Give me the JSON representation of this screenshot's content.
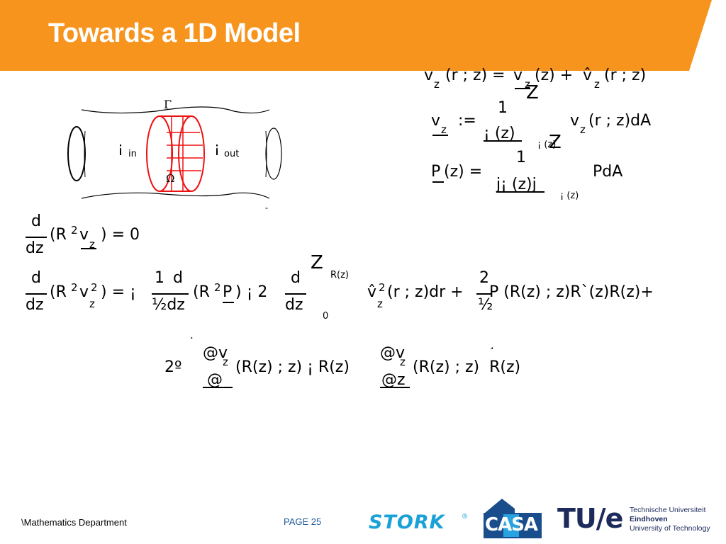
{
  "slide": {
    "title": "Towards a 1D Model",
    "accent_color": "#f7941d"
  },
  "figure": {
    "gamma_label": "Γ",
    "omega_label": "Ω",
    "inlet_label": "¡",
    "inlet_sub": "in",
    "outlet_label": "¡",
    "outlet_sub": "out",
    "dash": "-"
  },
  "equations": {
    "eq1": {
      "lhs": "v",
      "lhs_sub": "z",
      "args": "(r ; z) =",
      "v2": "v",
      "v2_sub": "z",
      "mid": "(z) +",
      "v3": "v̂",
      "v3_sub": "z",
      "end": "(r ; z)"
    },
    "eq2": {
      "integral": "Z",
      "lhs": "v",
      "lhs_sub": "z",
      "assign": ":=",
      "num": "1",
      "den": "¡ (z)",
      "dom": "¡ (z)",
      "integrand": "v",
      "integrand_sub": "z",
      "tail": "(r ; z)dA"
    },
    "eq3": {
      "integral": "Z",
      "lhs": "P",
      "args": "(z) =",
      "num": "1",
      "den": "j¡ (z)j",
      "dom": "¡ (z)",
      "tail": "PdA"
    },
    "eq4": {
      "num": "d",
      "den": "dz",
      "body": "(R",
      "sup": "2",
      "v": "v",
      "v_sub": "z",
      "close": ") = 0"
    },
    "eq5": {
      "num": "d",
      "den": "dz",
      "body": "(R",
      "sup": "2",
      "v": "v",
      "v_sup": "2",
      "v_sub": "z",
      "close": ") = ¡",
      "f2_num": "1",
      "f2_d": "d",
      "f2_den": "½dz",
      "f2_body": "(R",
      "f2_sup": "2",
      "f2_p": "P",
      "f2_close": ") ¡ 2",
      "f3_num": "d",
      "f3_den": "dz",
      "int_sym": "Z",
      "int_upper": "R(z)",
      "int_lower": "0",
      "int_body": "v̂",
      "int_sup": "2",
      "int_sub": "z",
      "int_tail": "(r ; z)dr +",
      "f4_num": "2",
      "f4_den": "½",
      "tail": "P (R(z) ; z)R`(z)R(z)+"
    },
    "eq6": {
      "dot": ".",
      "hat": "¸",
      "coef": "2º",
      "d1_num": "@v",
      "d1_sub": "z",
      "d1_den": "@",
      "mid1": "(R(z) ; z) ¡ R(z)",
      "d2_num": "@v",
      "d2_sub": "z",
      "d2_den": "@z",
      "mid2": "(R(z) ; z)  R(z)"
    }
  },
  "footer": {
    "department": "\\Mathematics Department",
    "page": "PAGE 25",
    "page_color": "#1f5a99",
    "stork": "STORK",
    "reg": "®",
    "casa": "CASA",
    "tue": "TU/e",
    "tue_line1": "Technische Universiteit",
    "tue_line2": "Eindhoven",
    "tue_line3": "University of Technology"
  }
}
